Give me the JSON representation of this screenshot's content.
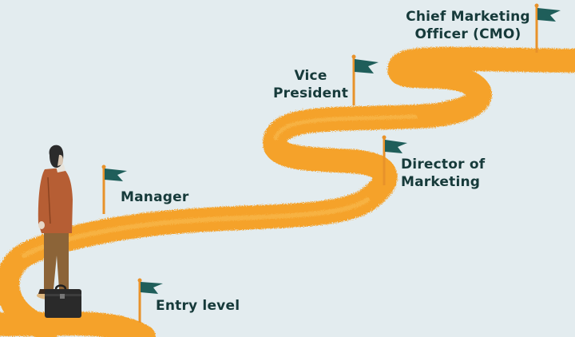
{
  "milestones": {
    "entry": {
      "label": "Entry level"
    },
    "manager": {
      "label": "Manager"
    },
    "director": {
      "lines": [
        "Director of",
        "Marketing"
      ]
    },
    "vp": {
      "lines": [
        "Vice",
        "President"
      ]
    },
    "cmo": {
      "lines": [
        "Chief Marketing",
        "Officer (CMO)"
      ]
    }
  },
  "colors": {
    "background": "#e3ecef",
    "road": "#f5a229",
    "road_highlight": "#f9bd55",
    "flag": "#1f5e5a",
    "pole": "#e8922a",
    "label_text": "#163a3a",
    "jacket": "#b65e34",
    "trousers": "#8c6438",
    "briefcase": "#2a2a2a"
  }
}
